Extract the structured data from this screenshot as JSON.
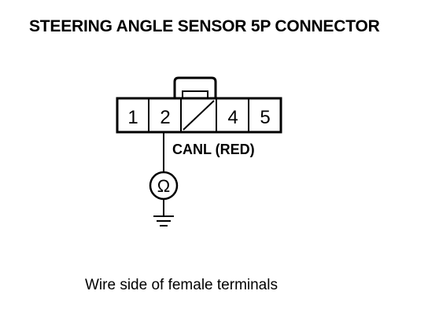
{
  "title": "STEERING ANGLE SENSOR 5P CONNECTOR",
  "connector": {
    "terminals": [
      "1",
      "2",
      "",
      "4",
      "5"
    ]
  },
  "signal_label": "CANL (RED)",
  "meter_symbol": "Ω",
  "caption": "Wire side of female terminals"
}
